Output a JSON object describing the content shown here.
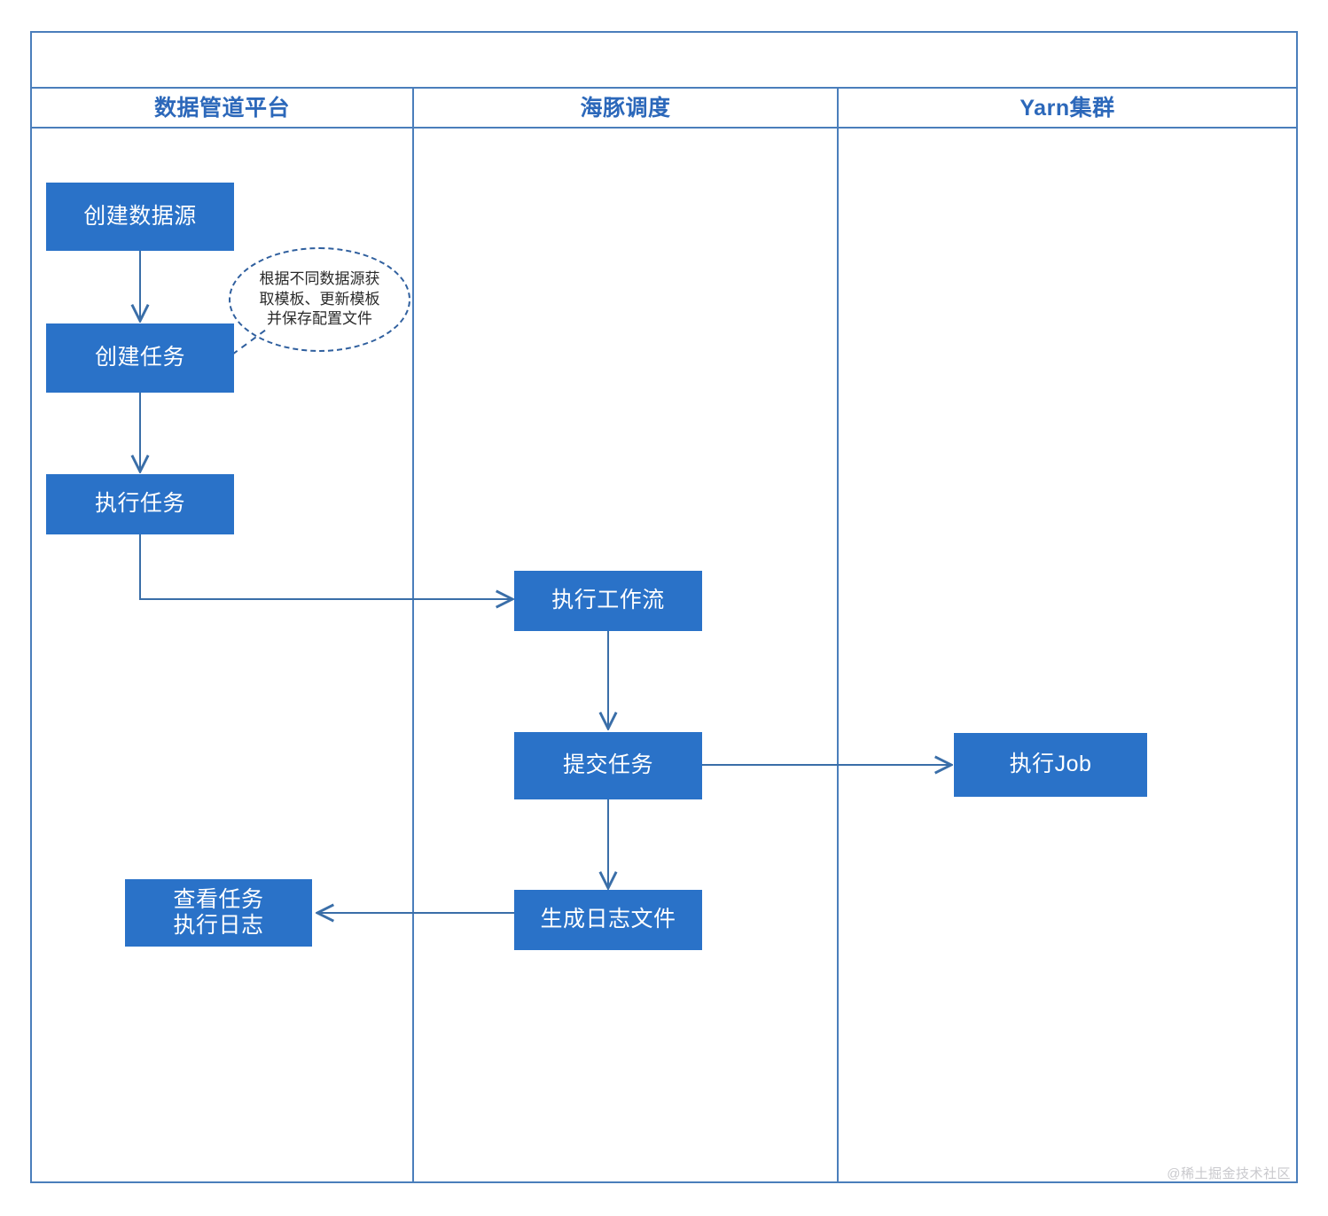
{
  "diagram": {
    "type": "swimlane-flowchart",
    "lanes": [
      {
        "id": "lane-data-pipeline",
        "title": "数据管道平台"
      },
      {
        "id": "lane-dolphin-scheduler",
        "title": "海豚调度"
      },
      {
        "id": "lane-yarn-cluster",
        "title": "Yarn集群"
      }
    ],
    "nodes": [
      {
        "id": "create-datasource",
        "lane": 0,
        "label": "创建数据源"
      },
      {
        "id": "create-task",
        "lane": 0,
        "label": "创建任务"
      },
      {
        "id": "run-task",
        "lane": 0,
        "label": "执行任务"
      },
      {
        "id": "view-task-log",
        "lane": 0,
        "label": "查看任务\n执行日志"
      },
      {
        "id": "run-workflow",
        "lane": 1,
        "label": "执行工作流"
      },
      {
        "id": "submit-job",
        "lane": 1,
        "label": "提交任务"
      },
      {
        "id": "generate-log-file",
        "lane": 1,
        "label": "生成日志文件"
      },
      {
        "id": "execute-job",
        "lane": 2,
        "label": "执行Job"
      }
    ],
    "annotations": [
      {
        "id": "template-callout",
        "attached_to": "create-task",
        "shape": "dashed-ellipse",
        "text": "根据不同数据源获\n取模板、更新模板\n并保存配置文件"
      }
    ],
    "edges": [
      {
        "from": "create-datasource",
        "to": "create-task",
        "style": "straight-down"
      },
      {
        "from": "create-task",
        "to": "run-task",
        "style": "straight-down"
      },
      {
        "from": "run-task",
        "to": "run-workflow",
        "style": "elbow-right"
      },
      {
        "from": "run-workflow",
        "to": "submit-job",
        "style": "straight-down"
      },
      {
        "from": "submit-job",
        "to": "execute-job",
        "style": "straight-right"
      },
      {
        "from": "submit-job",
        "to": "generate-log-file",
        "style": "straight-down"
      },
      {
        "from": "generate-log-file",
        "to": "view-task-log",
        "style": "straight-left"
      }
    ],
    "colors": {
      "node_fill": "#2a72c8",
      "node_text": "#ffffff",
      "lane_border": "#4a7ebb",
      "lane_title": "#2c68ba",
      "connector": "#3a6ea8",
      "callout_border": "#2f5f9e",
      "callout_text": "#2a2a2a",
      "watermark": "#c9c9cd",
      "background": "#ffffff"
    }
  },
  "watermark": {
    "text": "@稀土掘金技术社区"
  }
}
